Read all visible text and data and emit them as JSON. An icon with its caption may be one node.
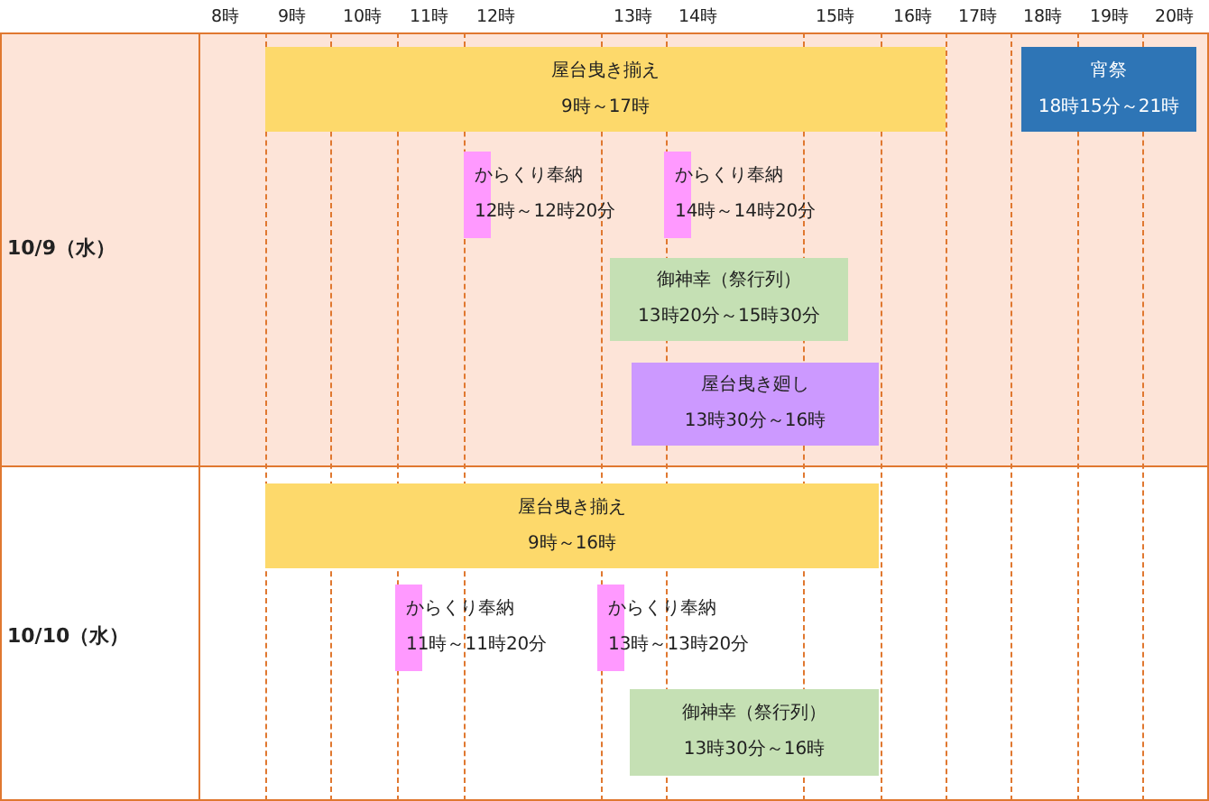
{
  "diagram": {
    "nodes": [
      {
        "text": [
          "屋台曳き揃え",
          "9時～17時"
        ]
      },
      {
        "text": [
          "宵祭",
          "18時15分～21時"
        ]
      },
      {
        "text": [
          "からくり奉納",
          "12時～12時20分"
        ]
      },
      {
        "text": [
          "からくり奉納",
          "14時～14時20分"
        ]
      },
      {
        "text": [
          "御神幸（祭行列）",
          "13時20分～15時30分"
        ]
      },
      {
        "text": [
          "屋台曳き廻し",
          "13時30分～16時"
        ]
      },
      {
        "text": [
          "屋台曳き揃え",
          "9時～16時"
        ]
      },
      {
        "text": [
          "からくり奉納",
          "11時～11時20分"
        ]
      },
      {
        "text": [
          "からくり奉納",
          "13時～13時20分"
        ]
      },
      {
        "text": [
          "御神幸（祭行列）",
          "13時30分～16時"
        ]
      }
    ],
    "labels": [
      "8時",
      "9時",
      "10時",
      "11時",
      "12時",
      "13時",
      "14時",
      "15時",
      "16時",
      "17時",
      "18時",
      "19時",
      "20時",
      "10/9（水）",
      "10/10（水）"
    ]
  }
}
